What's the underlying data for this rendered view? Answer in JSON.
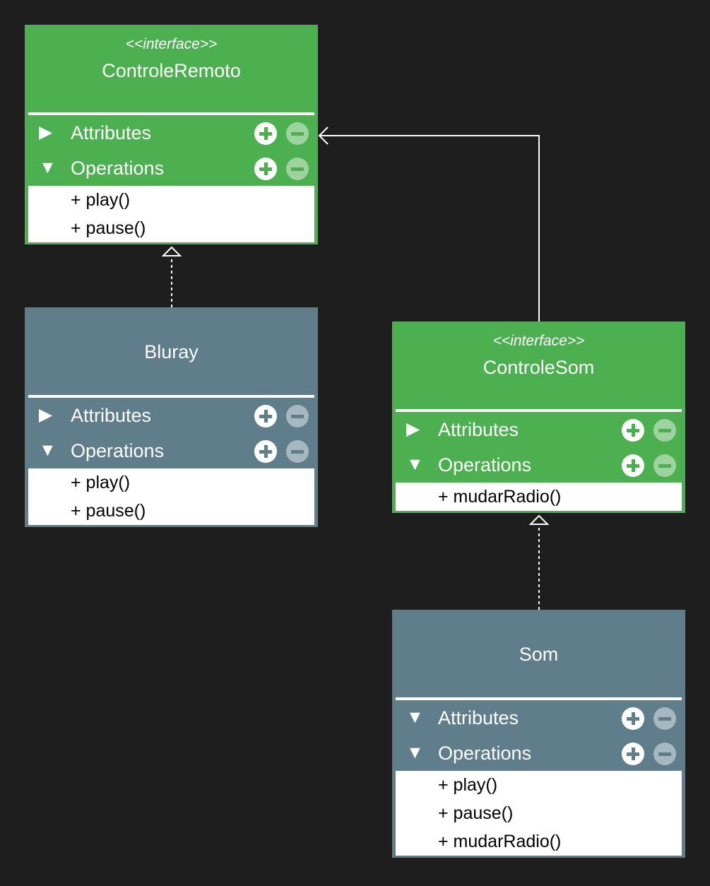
{
  "colors": {
    "interface": "#4caf50",
    "class": "#607d8b",
    "background": "#1e1e1e"
  },
  "classes": [
    {
      "stereotype": "<<interface>>",
      "name": "ControleRemoto",
      "attributes": {
        "label": "Attributes",
        "collapsed": true
      },
      "operations": {
        "label": "Operations",
        "collapsed": false,
        "items": [
          "+ play()",
          "+ pause()"
        ]
      }
    },
    {
      "stereotype": "",
      "name": "Bluray",
      "attributes": {
        "label": "Attributes",
        "collapsed": true
      },
      "operations": {
        "label": "Operations",
        "collapsed": false,
        "items": [
          "+ play()",
          "+ pause()"
        ]
      }
    },
    {
      "stereotype": "<<interface>>",
      "name": "ControleSom",
      "attributes": {
        "label": "Attributes",
        "collapsed": true
      },
      "operations": {
        "label": "Operations",
        "collapsed": false,
        "items": [
          "+ mudarRadio()"
        ]
      }
    },
    {
      "stereotype": "",
      "name": "Som",
      "attributes": {
        "label": "Attributes",
        "collapsed": false
      },
      "operations": {
        "label": "Operations",
        "collapsed": false,
        "items": [
          "+ play()",
          "+ pause()",
          "+ mudarRadio()"
        ]
      }
    }
  ],
  "relations": [
    {
      "type": "realization",
      "from": "Bluray",
      "to": "ControleRemoto"
    },
    {
      "type": "generalization",
      "from": "ControleSom",
      "to": "ControleRemoto"
    },
    {
      "type": "realization",
      "from": "Som",
      "to": "ControleSom"
    }
  ]
}
